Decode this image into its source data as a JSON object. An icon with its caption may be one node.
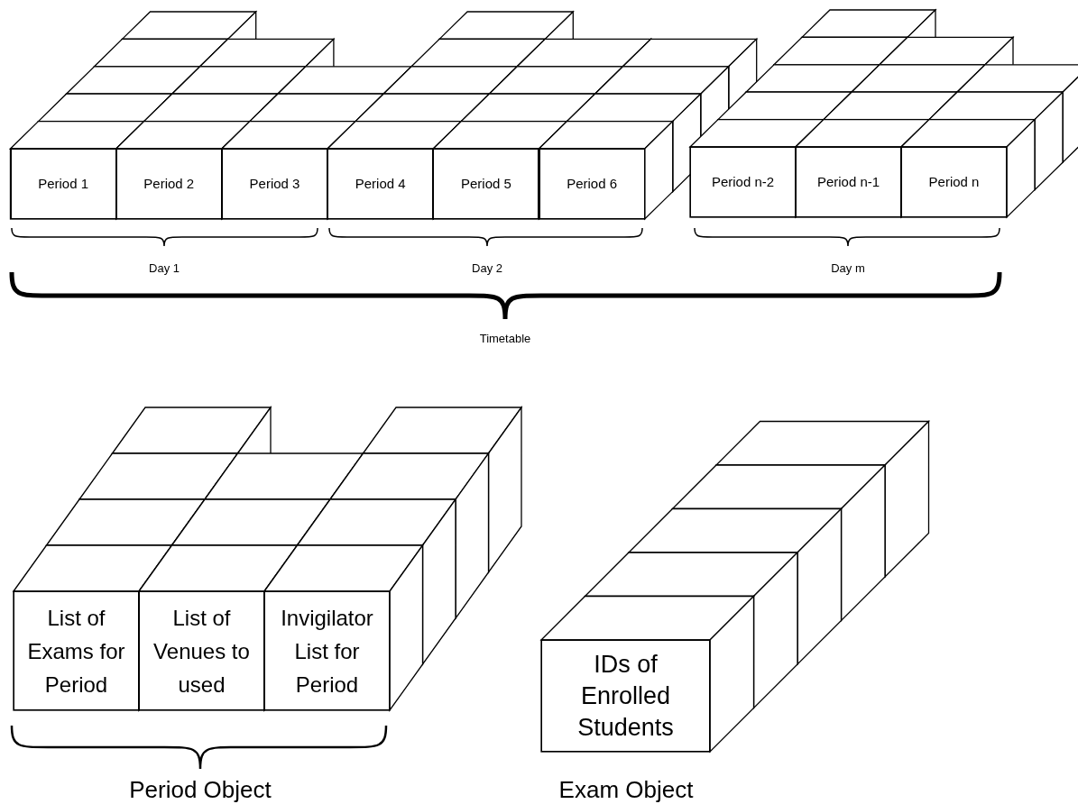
{
  "diagram": {
    "nodes": [
      {
        "text": [
          "Period 1"
        ]
      },
      {
        "text": [
          "Period 2"
        ]
      },
      {
        "text": [
          "Period 3"
        ]
      },
      {
        "text": [
          "Period 4"
        ]
      },
      {
        "text": [
          "Period 5"
        ]
      },
      {
        "text": [
          "Period 6"
        ]
      },
      {
        "text": [
          "Period n-2"
        ]
      },
      {
        "text": [
          "Period n-1"
        ]
      },
      {
        "text": [
          "Period n"
        ]
      },
      {
        "text": [
          "List of Exams for Period"
        ]
      },
      {
        "text": [
          "List of Venues to used"
        ]
      },
      {
        "text": [
          "Invigilator List for Period"
        ]
      },
      {
        "text": [
          "IDs of Enrolled Students"
        ]
      }
    ],
    "edges": [],
    "labels": [
      "Day 1",
      "Day 2",
      "Day m",
      "Timetable",
      "Period Object",
      "Exam Object"
    ]
  }
}
